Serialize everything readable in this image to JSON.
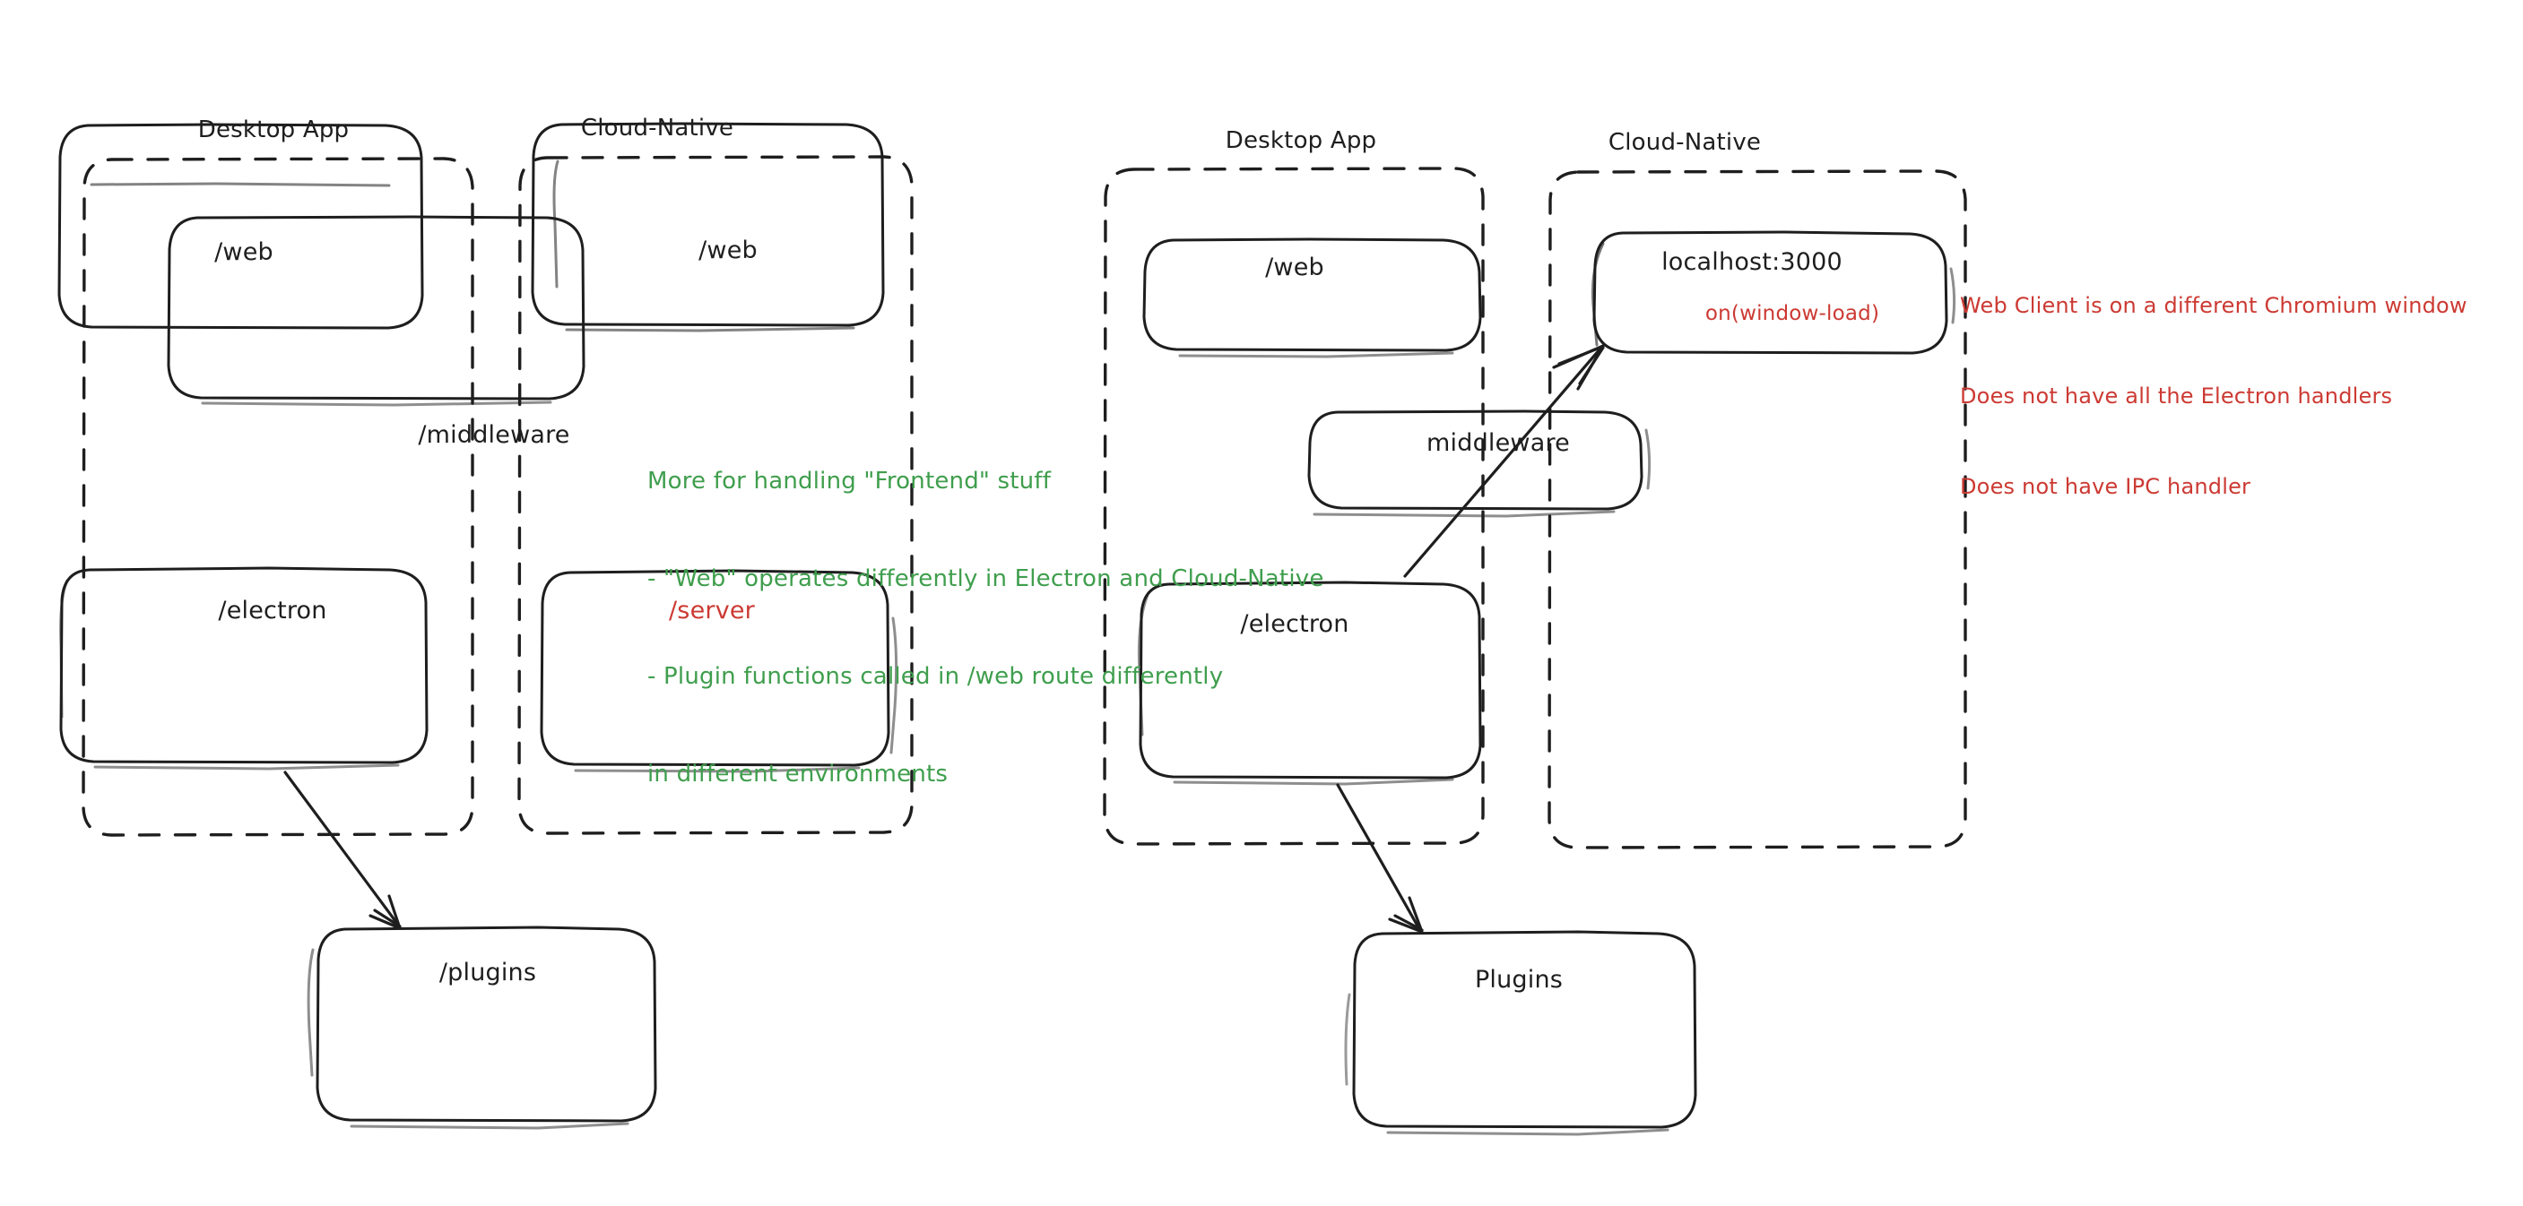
{
  "diagram": {
    "title": "Electron vs Cloud-Native architecture sketch",
    "background": "#ffffff",
    "colors": {
      "stroke": "#1e1e1e",
      "red": "#cc3a33",
      "green": "#3f9e4d"
    }
  },
  "left_diagram": {
    "groups": [
      {
        "id": "left-desktop-app",
        "label": "Desktop App"
      },
      {
        "id": "left-cloud-native",
        "label": "Cloud-Native"
      }
    ],
    "boxes": [
      {
        "id": "left-desktop-web",
        "label": "/web",
        "color": "black"
      },
      {
        "id": "left-cloud-web",
        "label": "/web",
        "color": "black"
      },
      {
        "id": "left-middleware",
        "label": "/middleware",
        "color": "black"
      },
      {
        "id": "left-electron",
        "label": "/electron",
        "color": "black"
      },
      {
        "id": "left-server",
        "label": "/server",
        "color": "red"
      },
      {
        "id": "left-plugins",
        "label": "/plugins",
        "color": "black"
      }
    ],
    "note": {
      "color": "#3f9e4d",
      "lines": [
        "More for handling \"Frontend\" stuff",
        "- \"Web\" operates differently in Electron and Cloud-Native",
        "- Plugin functions called in /web route differently",
        "in different environments"
      ]
    },
    "arrows": [
      {
        "id": "left-electron-to-plugins",
        "from": "left-electron",
        "to": "left-plugins"
      }
    ]
  },
  "right_diagram": {
    "groups": [
      {
        "id": "right-desktop-app",
        "label": "Desktop App"
      },
      {
        "id": "right-cloud-native",
        "label": "Cloud-Native"
      }
    ],
    "boxes": [
      {
        "id": "right-desktop-web",
        "label": "/web",
        "color": "black"
      },
      {
        "id": "right-localhost",
        "label": "localhost:3000",
        "sublabel": "on(window-load)",
        "color": "black"
      },
      {
        "id": "right-middleware",
        "label": "middleware",
        "color": "black"
      },
      {
        "id": "right-electron",
        "label": "/electron",
        "color": "black"
      },
      {
        "id": "right-plugins",
        "label": "Plugins",
        "color": "black"
      }
    ],
    "note": {
      "color": "#cc3a33",
      "lines": [
        "Web Client is on a different Chromium window",
        "Does not have all the Electron handlers",
        "Does not have IPC handler"
      ]
    },
    "arrows": [
      {
        "id": "right-electron-to-localhost",
        "from": "right-electron",
        "to": "right-localhost"
      },
      {
        "id": "right-electron-to-plugins",
        "from": "right-electron",
        "to": "right-plugins"
      }
    ]
  }
}
